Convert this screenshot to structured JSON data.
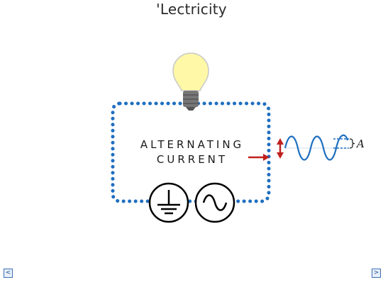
{
  "slide": {
    "title": "'Lectricity",
    "label_line1": "ALTERNATING",
    "label_line2": "CURRENT",
    "amplitude_label": "A"
  },
  "nav": {
    "prev_label": "<",
    "next_label": ">"
  },
  "colors": {
    "wire_dots": "#1f6fc0",
    "wave": "#1f6fc0",
    "arrows": "#c0201e",
    "bulb_glass": "#fff8a6",
    "bulb_base": "#777777",
    "symbols": "#000000"
  },
  "icons": {
    "bulb": "light-bulb-icon",
    "ground": "ground-symbol-icon",
    "ac_source": "ac-source-symbol-icon"
  }
}
